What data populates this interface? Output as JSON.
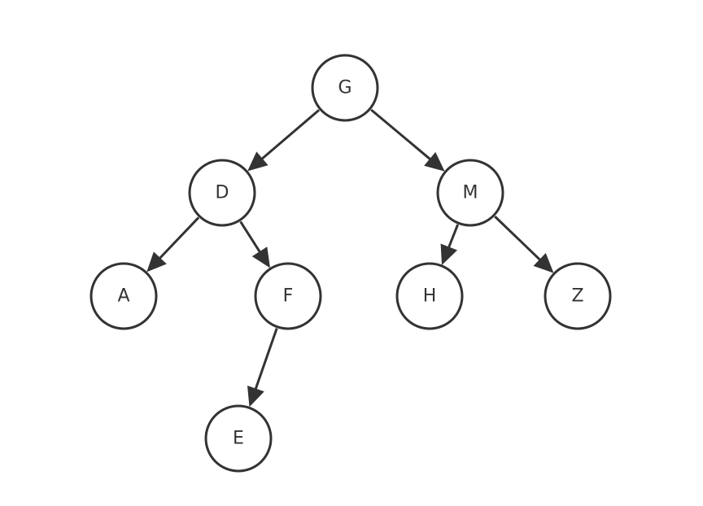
{
  "diagram": {
    "type": "binary-tree",
    "colors": {
      "stroke": "#333333",
      "node_fill": "#ffffff",
      "label": "#333333",
      "background": "#ffffff"
    },
    "nodes": [
      {
        "id": "G",
        "label": "G"
      },
      {
        "id": "D",
        "label": "D"
      },
      {
        "id": "M",
        "label": "M"
      },
      {
        "id": "A",
        "label": "A"
      },
      {
        "id": "F",
        "label": "F"
      },
      {
        "id": "H",
        "label": "H"
      },
      {
        "id": "Z",
        "label": "Z"
      },
      {
        "id": "E",
        "label": "E"
      }
    ],
    "edges": [
      {
        "from": "G",
        "to": "D"
      },
      {
        "from": "G",
        "to": "M"
      },
      {
        "from": "D",
        "to": "A"
      },
      {
        "from": "D",
        "to": "F"
      },
      {
        "from": "M",
        "to": "H"
      },
      {
        "from": "M",
        "to": "Z"
      },
      {
        "from": "F",
        "to": "E"
      }
    ]
  }
}
